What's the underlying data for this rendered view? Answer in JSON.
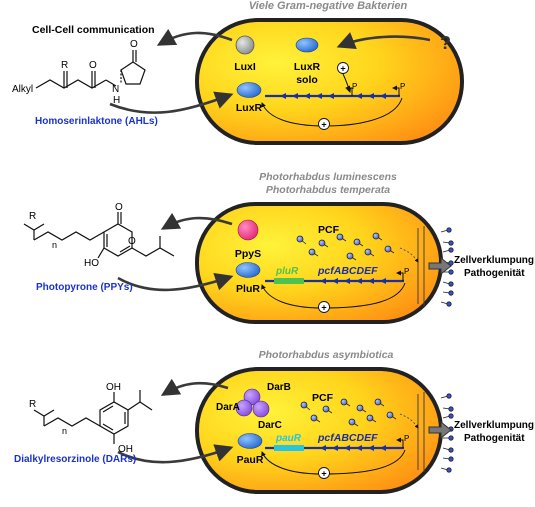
{
  "panel1": {
    "title": "Viele Gram-negative Bakterien",
    "comm": "Cell-Cell communication",
    "ring_o": "O",
    "amide_o": "O",
    "nh": "N",
    "h": "H",
    "r": "R",
    "alkyl": "Alkyl",
    "compound": "Homoserinlaktone (AHLs)",
    "luxi": "LuxI",
    "luxr_solo_1": "LuxR",
    "luxr_solo_2": "solo",
    "luxr": "LuxR",
    "plus_top": "+",
    "plus_bottom": "+",
    "promoter_1": "P",
    "promoter_2": "P",
    "question": "?"
  },
  "panel2": {
    "title_1": "Photorhabdus luminescens",
    "title_2": "Photorhabdus temperata",
    "r": "R",
    "n": "n",
    "o_ketone": "O",
    "o_ring": "O",
    "ho": "HO",
    "compound": "Photopyrone (PPYs)",
    "ppys": "PpyS",
    "plur": "PluR",
    "pcf": "PCF",
    "gene_reg": "pluR",
    "operon": "pcfABCDEF",
    "plus": "+",
    "promoter": "P",
    "out_1": "Zellverklumpung",
    "out_2": "Pathogenität"
  },
  "panel3": {
    "title": "Photorhabdus asymbiotica",
    "r": "R",
    "n": "n",
    "oh_top": "OH",
    "oh_bottom": "OH",
    "compound": "Dialkylresorzinole (DARs)",
    "dara": "DarA",
    "darb": "DarB",
    "darc": "DarC",
    "paur": "PauR",
    "pcf": "PCF",
    "gene_reg": "pauR",
    "operon": "pcfABCDEF",
    "plus": "+",
    "promoter": "P",
    "out_1": "Zellverklumpung",
    "out_2": "Pathogenität"
  },
  "colors": {
    "blue_label": "#1a33cc",
    "gene_green": "#4ec24e",
    "gene_cyan": "#27c5e0",
    "protein_blue": "#1f6ed6",
    "ppys_pink": "#f0287a",
    "dar_purple": "#8c4fe0",
    "grey_protein": "#8f938f"
  }
}
